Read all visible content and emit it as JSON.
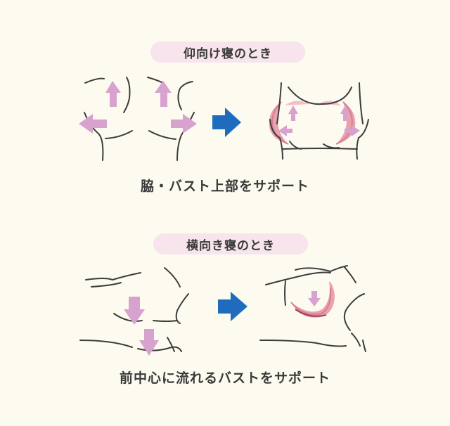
{
  "section_supine": {
    "label": "仰向け寝のとき",
    "caption": "脇・バスト上部をサポート"
  },
  "section_side": {
    "label": "横向き寝のとき",
    "caption": "前中心に流れるバストをサポート"
  },
  "colors": {
    "background": "#fdfbef",
    "label_pill": "#f7e4ec",
    "motion_arrow": "#d7a2ce",
    "transition_arrow": "#1f6cbf",
    "support_pad": "#eaa1ad",
    "line": "#3d3d3d"
  }
}
